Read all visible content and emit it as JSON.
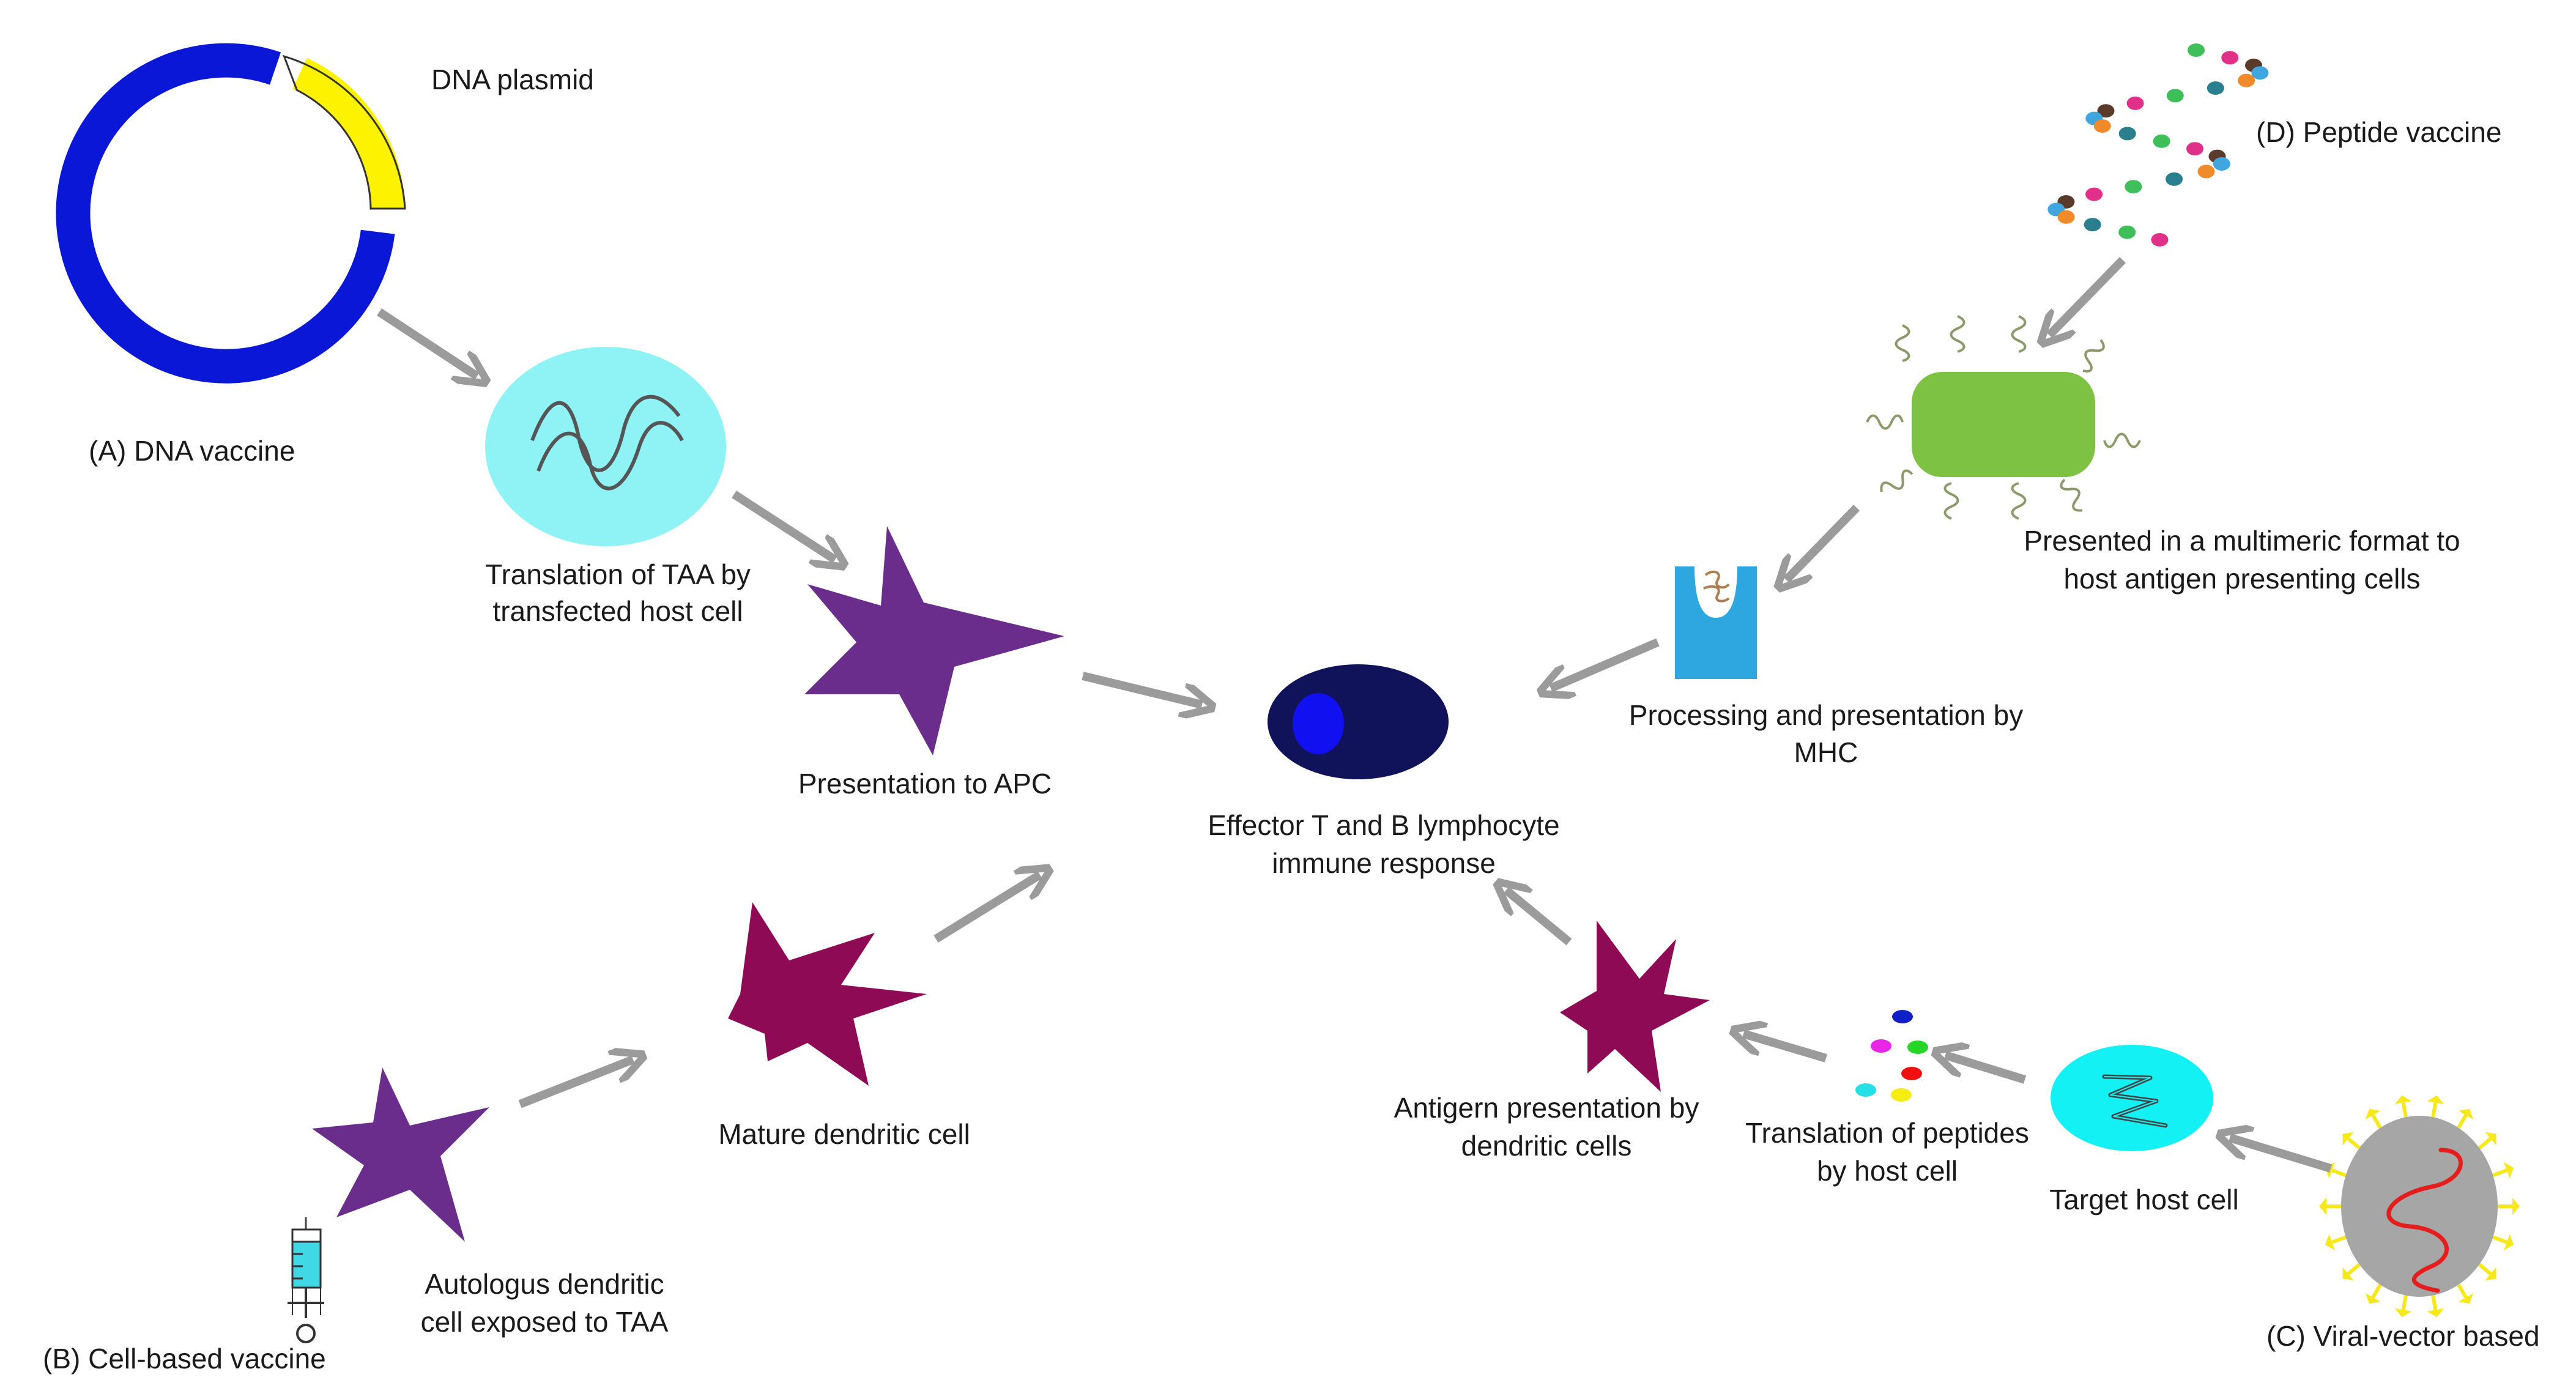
{
  "labels": {
    "dna_plasmid": "DNA plasmid",
    "dna_vaccine": "(A) DNA vaccine",
    "translation_taa_1": "Translation of TAA by",
    "translation_taa_2": "transfected host cell",
    "presentation_apc": "Presentation to APC",
    "effector_1": "Effector T and B lymphocyte",
    "effector_2": "immune response",
    "peptide_vaccine": "(D) Peptide vaccine",
    "multimeric_1": "Presented in a multimeric format to",
    "multimeric_2": "host antigen presenting cells",
    "mhc_1": "Processing and presentation by",
    "mhc_2": "MHC",
    "mature_dc": "Mature dendritic cell",
    "autologous_1": "Autologus dendritic",
    "autologous_2": "cell exposed to TAA",
    "cell_based": "(B) Cell-based vaccine",
    "antigen_pres_1": "Antigern presentation by",
    "antigen_pres_2": "dendritic cells",
    "translation_pep_1": "Translation of peptides",
    "translation_pep_2": "by host cell",
    "target_host": "Target host cell",
    "viral_vector": "(C) Viral-vector based"
  },
  "colors": {
    "plasmid_blue": "#0a17d6",
    "plasmid_yellow": "#fdf200",
    "host_cell_cyan": "#8ff3f6",
    "apc_purple": "#6a2d8c",
    "dendritic_magenta": "#8e0a55",
    "lymphocyte_navy": "#10135a",
    "lymphocyte_nucleus": "#1010f0",
    "green_cell": "#7dc243",
    "mhc_blue": "#2ea6e0",
    "target_cell_cyan": "#13f1f5",
    "virus_grey": "#a6a6a6",
    "virus_spikes": "#f7e81b",
    "arrow_grey": "#9b9b9b"
  },
  "icons": [
    "dna-plasmid-icon",
    "syringe-icon",
    "virus-icon",
    "peptide-helix-icon",
    "mhc-molecule-icon"
  ]
}
